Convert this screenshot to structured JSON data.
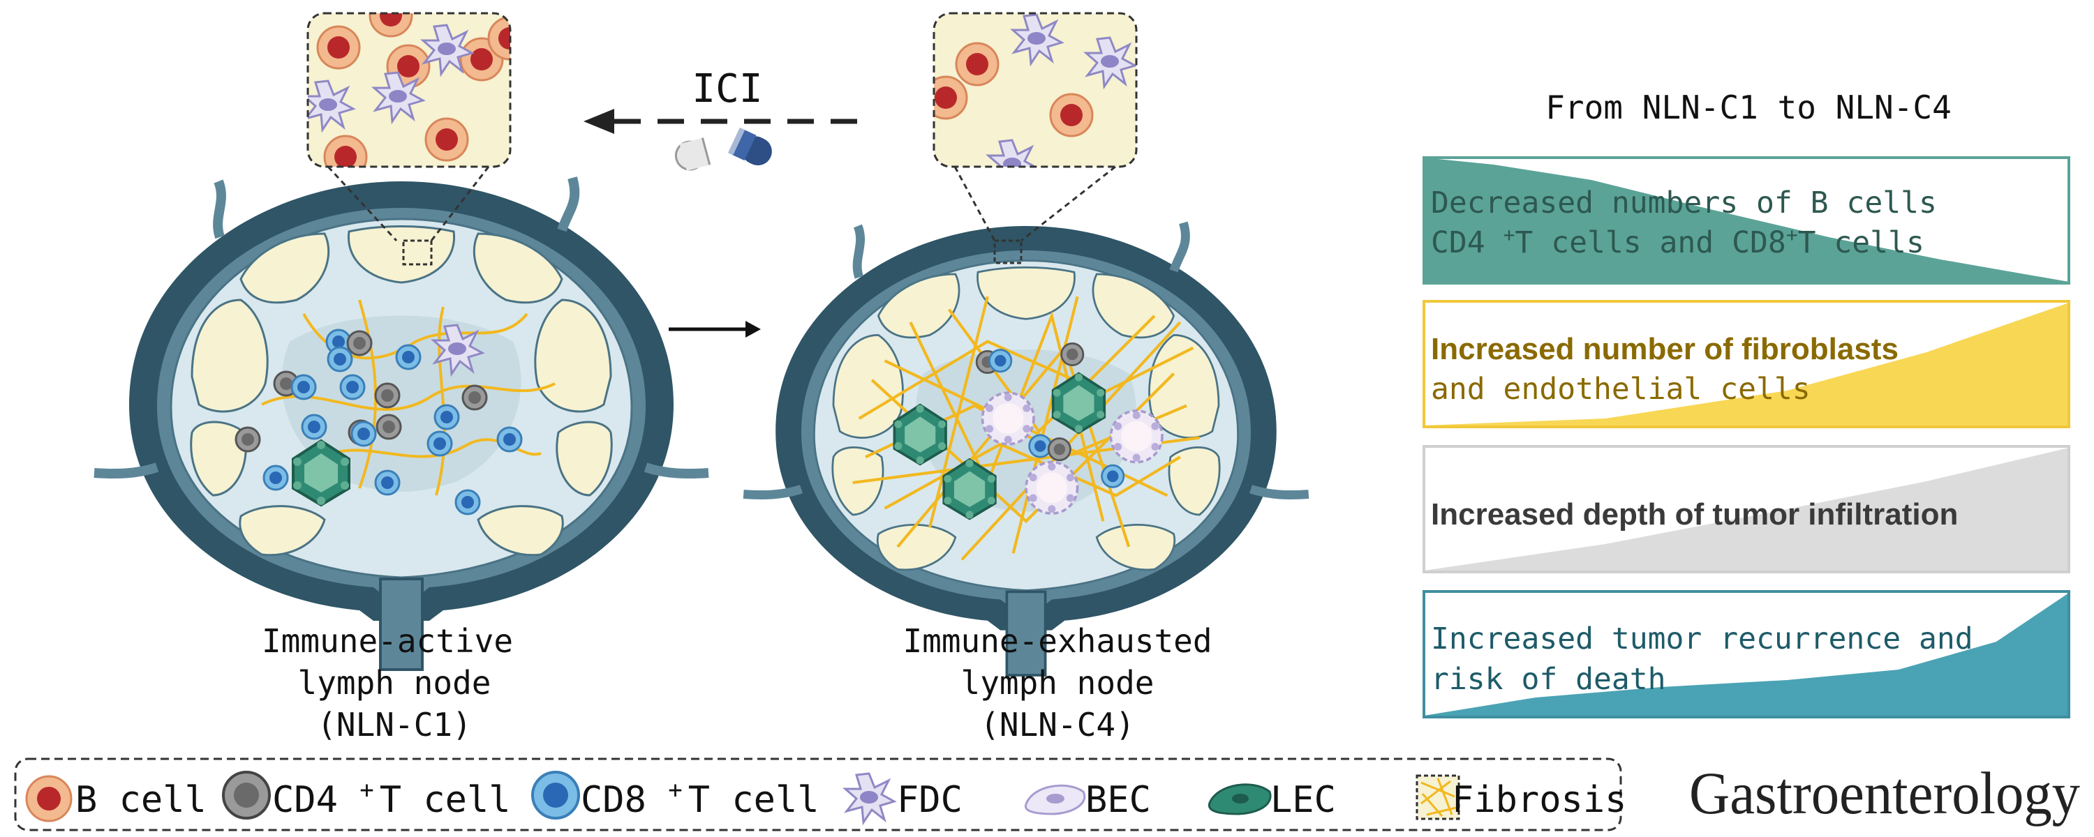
{
  "treatment": {
    "label": "ICI"
  },
  "nodes": {
    "active": {
      "line1": "Immune-active",
      "line2": "lymph node",
      "line3": "(NLN-C1)"
    },
    "exhausted": {
      "line1": "Immune-exhausted",
      "line2": "lymph node",
      "line3": "(NLN-C4)"
    }
  },
  "panel": {
    "heading": "From NLN-C1 to NLN-C4",
    "boxes": [
      {
        "line1": "Decreased numbers of B cells",
        "line2_a": "CD4 ",
        "line2_sup1": "+",
        "line2_b": "T cells and CD8",
        "line2_sup2": "+",
        "line2_c": "T cells",
        "color": "#5ba397"
      },
      {
        "line1": "Increased number of fibroblasts",
        "line2": "and endothelial cells",
        "color": "#f8d755",
        "text_color": "#8a6a00"
      },
      {
        "line1": "Increased depth of tumor infiltration",
        "color": "#dcdcdc",
        "text_color": "#3a3a3a"
      },
      {
        "line1": "Increased tumor recurrence and",
        "line2": "risk of death",
        "color": "#4aa3b4",
        "text_color": "#1e5b68"
      }
    ]
  },
  "legend": {
    "items": [
      {
        "label": "B cell"
      },
      {
        "label_a": "CD4 ",
        "sup": "+",
        "label_b": "T cell"
      },
      {
        "label_a": "CD8 ",
        "sup": "+",
        "label_b": "T cell"
      },
      {
        "label": "FDC"
      },
      {
        "label": "BEC"
      },
      {
        "label": "LEC"
      },
      {
        "label": "Fibrosis"
      }
    ]
  },
  "journal": {
    "name": "Gastroenterology"
  },
  "colors": {
    "capsule": "#2c4f5f",
    "capsule_light": "#6f96a8",
    "sinus": "#d7e6ec",
    "follicle": "#f6f2d2",
    "b_cell": "#f3b98f",
    "b_nucleus": "#b8282a",
    "cd4": "#8e8e8e",
    "cd8": "#6bb2df",
    "cd8_nucleus": "#2a67b4",
    "fibrosis": "#f6c52c",
    "lec": "#2f8a73"
  }
}
